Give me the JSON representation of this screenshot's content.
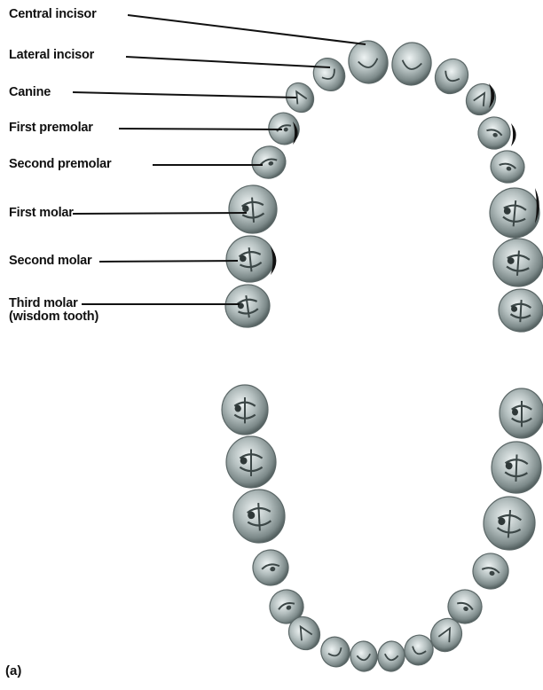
{
  "labels": {
    "central_incisor": "Central incisor",
    "lateral_incisor": "Lateral incisor",
    "canine": "Canine",
    "first_premolar": "First premolar",
    "second_premolar": "Second premolar",
    "first_molar": "First molar",
    "second_molar": "Second molar",
    "third_molar_line1": "Third molar",
    "third_molar_line2": "(wisdom tooth)"
  },
  "panel_label": "(a)",
  "colors": {
    "tooth_base": "#8a9595",
    "tooth_light": "#e6ecec",
    "tooth_shadow": "#3a4444",
    "text": "#111111"
  }
}
